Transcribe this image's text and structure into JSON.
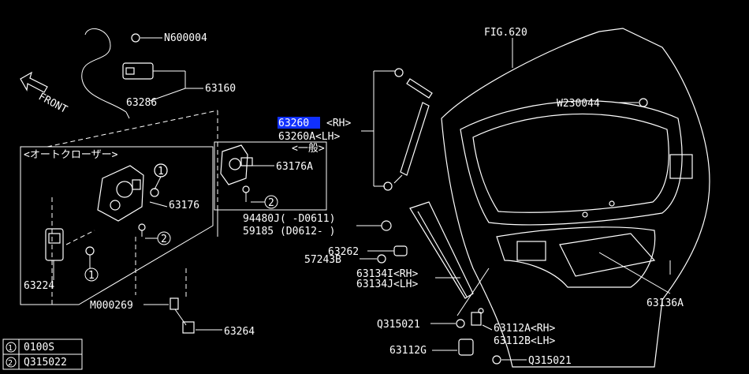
{
  "labels": {
    "fig": "FIG.620",
    "n600004": "N600004",
    "p63160": "63160",
    "p63286": "63286",
    "front": "FRONT",
    "p63260": "63260",
    "rh1": "<RH>",
    "p63260a": "63260A<LH>",
    "w230044": "W230044",
    "auto_closer": "<オートクローザー>",
    "ippan": "<一般>",
    "p63176a": "63176A",
    "p63176": "63176",
    "p94480j": "94480J( -D0611)",
    "p59185": "59185 (D0612- )",
    "p63262": "63262",
    "p57243b": "57243B",
    "p63134i": "63134I<RH>",
    "p63134j": "63134J<LH>",
    "p63224": "63224",
    "m000269": "M000269",
    "p63264": "63264",
    "p63136a": "63136A",
    "q315021a": "Q315021",
    "p63112a": "63112A<RH>",
    "p63112b": "63112B<LH>",
    "p63112g": "63112G",
    "q315021b": "Q315021",
    "c1": "1",
    "c2": "2"
  },
  "legend": [
    {
      "num": "1",
      "code": "0100S"
    },
    {
      "num": "2",
      "code": "Q315022"
    }
  ],
  "highlight": "63260"
}
